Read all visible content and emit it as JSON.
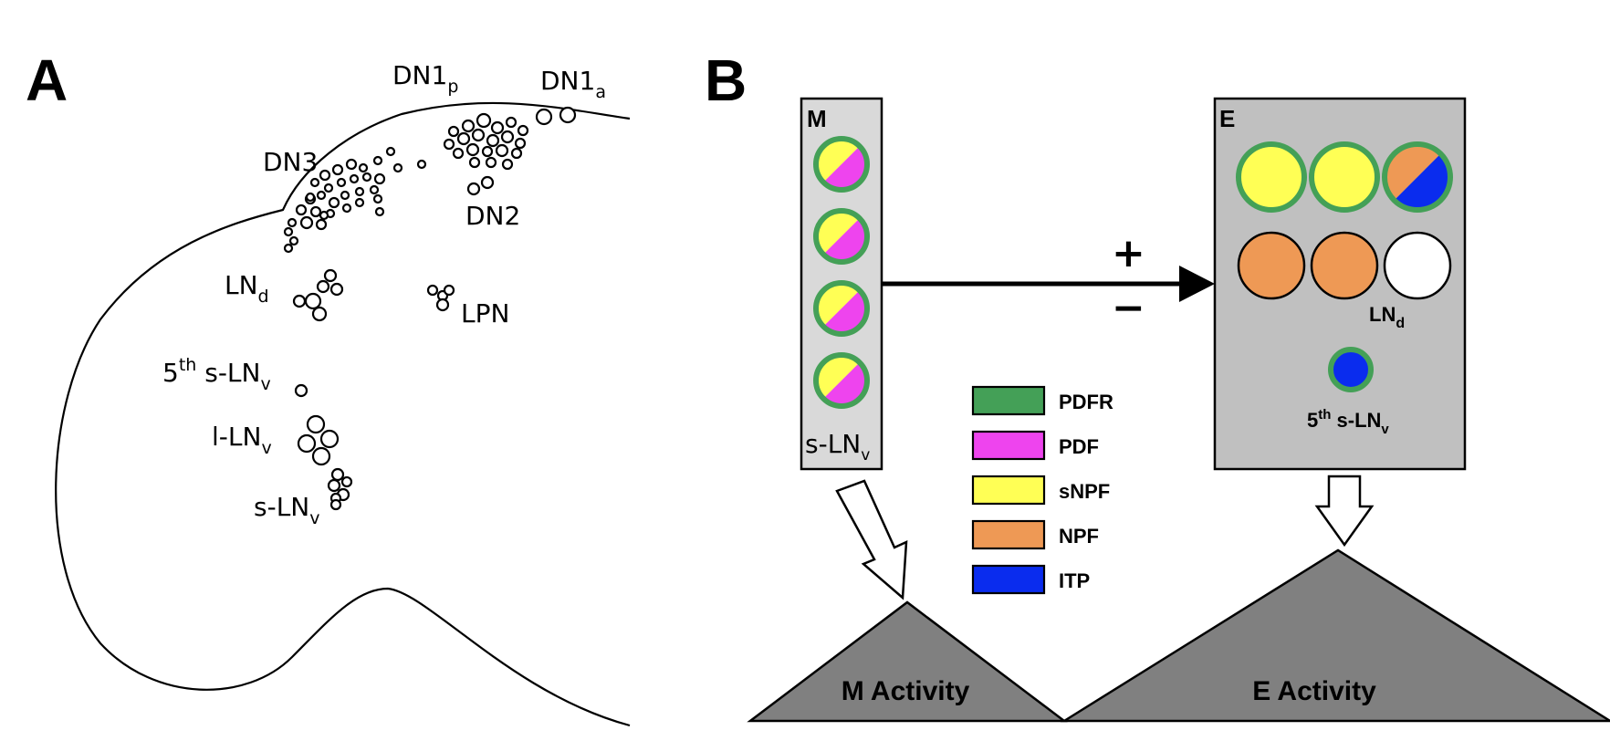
{
  "panel_a": {
    "letter": "A",
    "labels": {
      "dn1p": "DN1p",
      "dn1a": "DN1a",
      "dn3": "DN3",
      "dn2": "DN2",
      "lnd": "LNd",
      "lpn": "LPN",
      "fifth_slnv": "5th s-LNv",
      "llnv": "l-LNv",
      "slnv": "s-LNv"
    }
  },
  "panel_b": {
    "letter": "B",
    "m_box": {
      "title": "M",
      "bottom_label": "s-LNv",
      "cells": [
        {
          "fills": [
            "#ffff55",
            "#ee44ee"
          ],
          "ring": "#44a057"
        },
        {
          "fills": [
            "#ffff55",
            "#ee44ee"
          ],
          "ring": "#44a057"
        },
        {
          "fills": [
            "#ffff55",
            "#ee44ee"
          ],
          "ring": "#44a057"
        },
        {
          "fills": [
            "#ffff55",
            "#ee44ee"
          ],
          "ring": "#44a057"
        }
      ]
    },
    "e_box": {
      "title": "E",
      "lnd_label": "LNd",
      "fifth_label": "5th s-LNv",
      "row1": [
        {
          "fills": [
            "#ffff55"
          ],
          "ring": "#44a057"
        },
        {
          "fills": [
            "#ffff55"
          ],
          "ring": "#44a057"
        },
        {
          "fills": [
            "#ee9955",
            "#0a2cee"
          ],
          "ring": "#44a057"
        }
      ],
      "row2": [
        {
          "fills": [
            "#ee9955"
          ],
          "ring": "#000000"
        },
        {
          "fills": [
            "#ee9955"
          ],
          "ring": "#000000"
        },
        {
          "fills": [
            "#ffffff"
          ],
          "ring": "#000000"
        }
      ],
      "fifth_cell": {
        "fills": [
          "#0a2cee"
        ],
        "ring": "#44a057"
      }
    },
    "signs": {
      "plus": "+",
      "minus": "−"
    },
    "legend": [
      {
        "label": "PDFR",
        "color": "#44a057"
      },
      {
        "label": "PDF",
        "color": "#ee44ee"
      },
      {
        "label": "sNPF",
        "color": "#ffff55"
      },
      {
        "label": "NPF",
        "color": "#ee9955"
      },
      {
        "label": "ITP",
        "color": "#0a2cee"
      }
    ],
    "m_activity": "M Activity",
    "e_activity": "E Activity",
    "colors": {
      "box_m": "#d9d9d9",
      "box_e": "#c0c0c0",
      "triangle": "#808080"
    }
  }
}
